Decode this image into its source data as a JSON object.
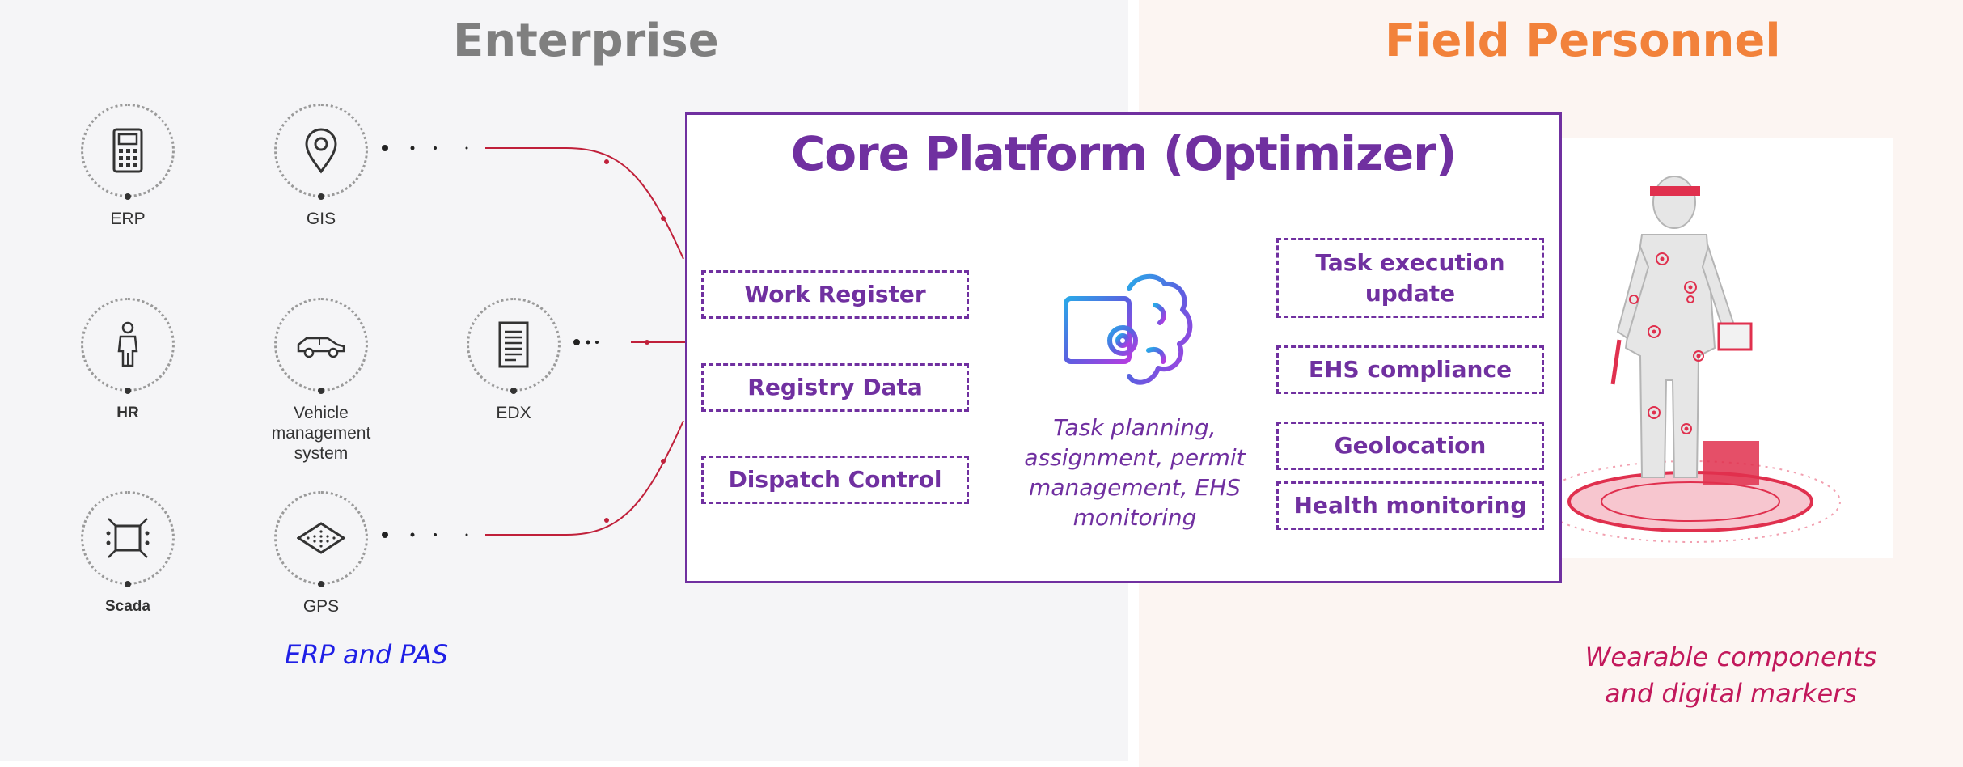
{
  "sections": {
    "enterprise": "Enterprise",
    "field": "Field Personnel"
  },
  "enterprise_nodes": [
    {
      "id": "erp",
      "label": "ERP",
      "icon": "calculator-icon"
    },
    {
      "id": "gis",
      "label": "GIS",
      "icon": "map-pin-icon"
    },
    {
      "id": "hr",
      "label": "HR",
      "icon": "person-icon"
    },
    {
      "id": "vms",
      "label": "Vehicle management system",
      "icon": "car-icon"
    },
    {
      "id": "edx",
      "label": "EDX",
      "icon": "document-icon"
    },
    {
      "id": "scada",
      "label": "Scada",
      "icon": "circuit-icon"
    },
    {
      "id": "gps",
      "label": "GPS",
      "icon": "gps-grid-icon"
    }
  ],
  "captions": {
    "erp_pas": "ERP and PAS",
    "wearable": "Wearable components and digital markers"
  },
  "core": {
    "title": "Core Platform (Optimizer)",
    "left_boxes": [
      "Work Register",
      "Registry Data",
      "Dispatch Control"
    ],
    "right_boxes": [
      "Task execution update",
      "EHS compliance",
      "Geolocation",
      "Health monitoring"
    ],
    "center_text": "Task planning, assignment, permit management, EHS monitoring",
    "center_icon": "ai-brain-chip-icon"
  },
  "colors": {
    "purple": "#7030a0",
    "orange": "#f2823b",
    "grey_title": "#7f7f7f",
    "caption_blue": "#1f1fe6",
    "caption_pink": "#c2185b",
    "connector_red": "#c0203a"
  }
}
